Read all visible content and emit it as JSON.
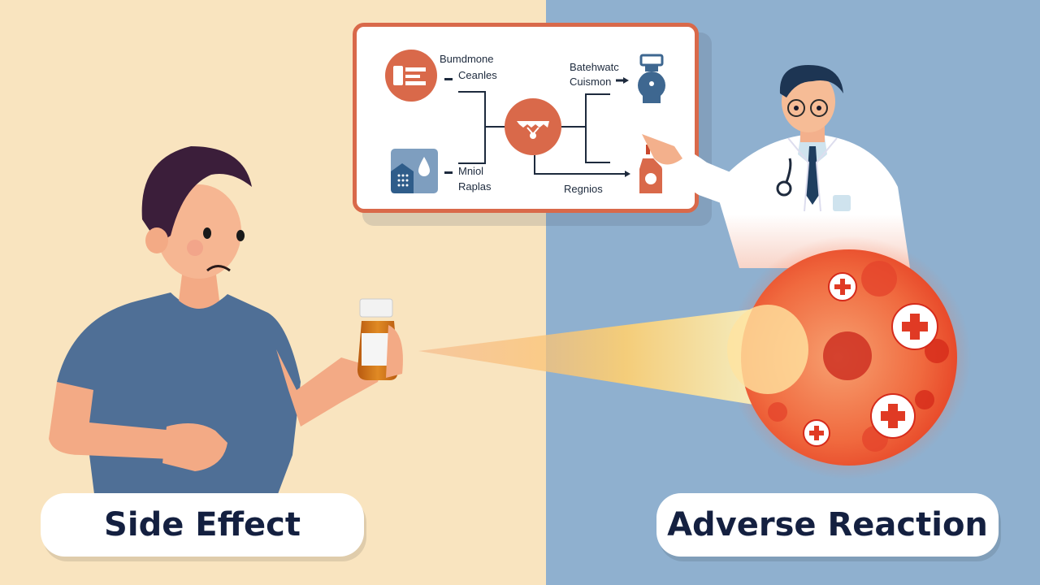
{
  "scene": {
    "left_panel": {
      "background": "#f9e4bf",
      "caption": "Side Effect",
      "character": "patient-holding-pill-bottle"
    },
    "right_panel": {
      "background": "#8fb0cf",
      "caption": "Adverse Reaction",
      "character": "doctor-pointing-at-board"
    },
    "board": {
      "border_color": "#d9694a",
      "labels": {
        "top_left_1": "Bumdmone",
        "top_left_2": "Ceanles",
        "top_right_1": "Batehwatc",
        "top_right_2": "Cuismon",
        "bottom_left_1": "Mniol",
        "bottom_left_2": "Raplas",
        "bottom_right": "Regnios"
      }
    },
    "colors": {
      "accent": "#d9694a",
      "navy": "#142040",
      "shirt": "#4f6f96",
      "reaction": "#f0603a"
    }
  }
}
